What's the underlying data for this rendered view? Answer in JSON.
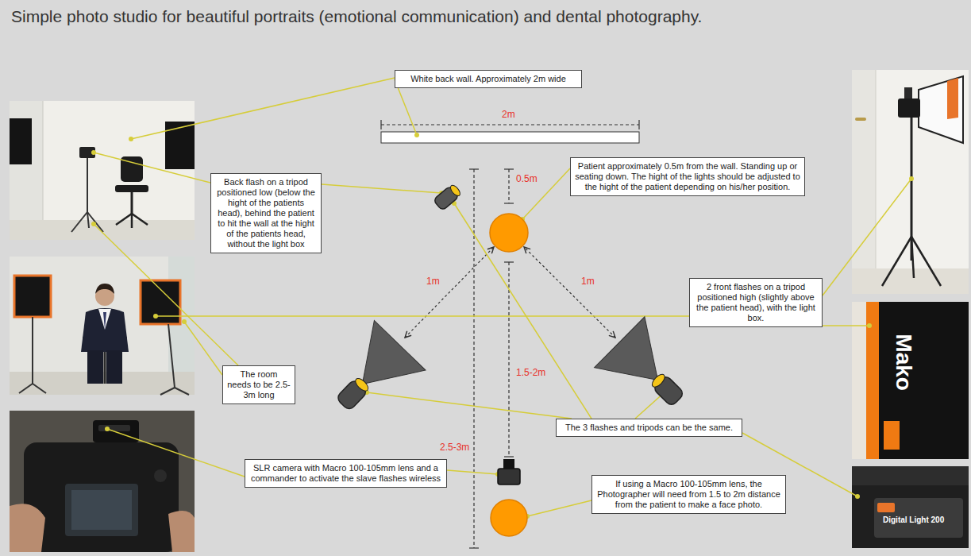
{
  "diagram": {
    "title": "Simple photo studio for beautiful portraits (emotional communication) and dental photography.",
    "nodes": [
      {
        "text": [
          "White back wall. Approximately 2m wide"
        ]
      },
      {
        "text": [
          "Patient approximately 0.5m from the wall. Standing up or seating down. The hight of the lights should be adjusted to the hight of the patient depending on his/her position."
        ]
      },
      {
        "text": [
          "Back flash on a tripod positioned low (below the hight of the patients head), behind the patient to hit the wall at the hight of the patients head, without the light box"
        ]
      },
      {
        "text": [
          "2 front flashes on a tripod positioned high (slightly above the patient head), with the light box."
        ]
      },
      {
        "text": [
          "The room needs to be 2.5-3m long"
        ]
      },
      {
        "text": [
          "The 3 flashes and tripods can be the same."
        ]
      },
      {
        "text": [
          "SLR camera with Macro 100-105mm lens and a commander to activate the slave flashes wireless"
        ]
      },
      {
        "text": [
          "If using a Macro 100-105mm lens, the Photographer will need from 1.5 to 2m distance from the patient to make a face photo."
        ]
      }
    ],
    "labels": [
      "2m",
      "0.5m",
      "1m",
      "1m",
      "1.5-2m",
      "2.5-3m",
      "Mako",
      "Digital Light 200"
    ]
  }
}
